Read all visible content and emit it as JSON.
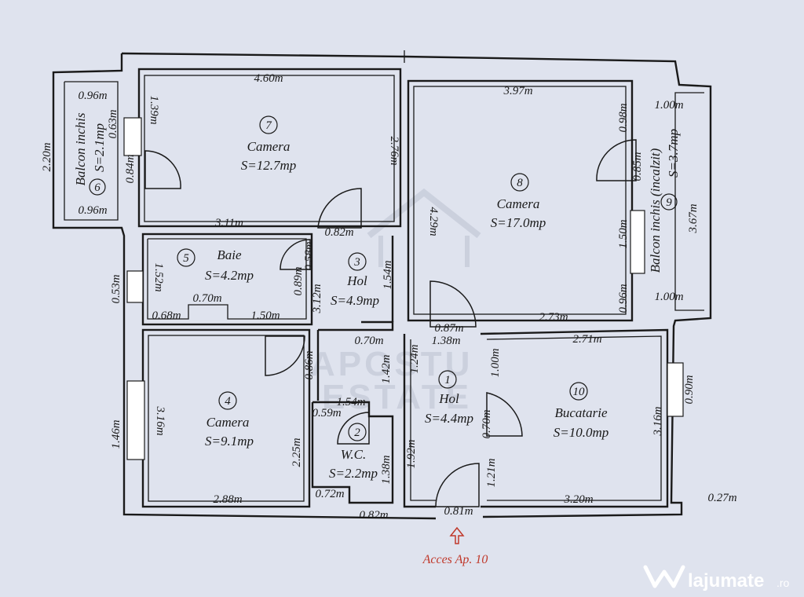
{
  "watermark": {
    "line1": "APOSTU",
    "line2": "ESTATE"
  },
  "logo": {
    "name": "lajumate",
    "tld": ".ro"
  },
  "access": {
    "label": "Acces Ap. 10"
  },
  "rooms": [
    {
      "num": "7",
      "name": "Camera",
      "area": "S=12.7mp"
    },
    {
      "num": "8",
      "name": "Camera",
      "area": "S=17.0mp"
    },
    {
      "num": "5",
      "name": "Baie",
      "area": "S=4.2mp"
    },
    {
      "num": "3",
      "name": "Hol",
      "area": "S=4.9mp"
    },
    {
      "num": "4",
      "name": "Camera",
      "area": "S=9.1mp"
    },
    {
      "num": "2",
      "name": "W.C.",
      "area": "S=2.2mp"
    },
    {
      "num": "1",
      "name": "Hol",
      "area": "S=4.4mp"
    },
    {
      "num": "10",
      "name": "Bucatarie",
      "area": "S=10.0mp"
    },
    {
      "num": "6",
      "name": "Balcon inchis",
      "area": "S=2.1mp"
    },
    {
      "num": "9",
      "name": "Balcon inchis (incalzit)",
      "area": "S=3.7mp"
    }
  ],
  "dims": [
    "4.60m",
    "3.97m",
    "0.96m",
    "1.39m",
    "0.63m",
    "0.84m",
    "0.96m",
    "2.20m",
    "2.76m",
    "3.11m",
    "0.82m",
    "0.58m",
    "1.54m",
    "0.89m",
    "3.12m",
    "1.52m",
    "0.53m",
    "0.70m",
    "0.68m",
    "1.50m",
    "4.29m",
    "0.98m",
    "1.00m",
    "0.85m",
    "1.50m",
    "3.67m",
    "0.96m",
    "1.00m",
    "2.73m",
    "0.87m",
    "0.70m",
    "1.38m",
    "2.71m",
    "1.24m",
    "1.00m",
    "1.42m",
    "0.86m",
    "3.16m",
    "1.46m",
    "1.54m",
    "0.59m",
    "2.25m",
    "1.38m",
    "1.92m",
    "0.70m",
    "3.16m",
    "0.90m",
    "1.21m",
    "2.88m",
    "0.72m",
    "0.82m",
    "0.81m",
    "3.20m",
    "0.27m"
  ]
}
